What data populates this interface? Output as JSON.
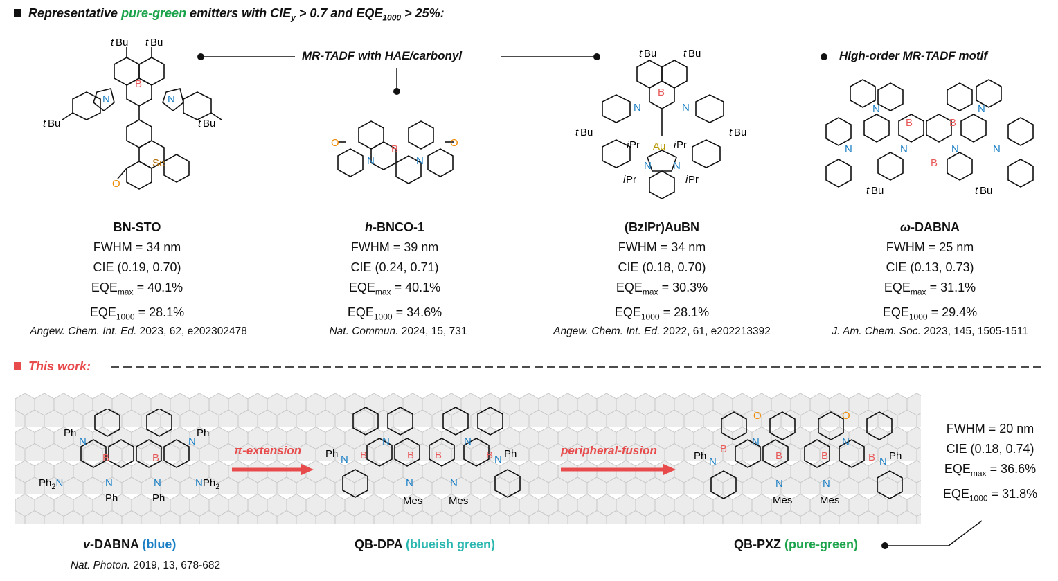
{
  "header": {
    "prefix": "Representative ",
    "highlight": "pure-green",
    "suffix_a": " emitters with CIE",
    "suffix_sub": "y",
    "suffix_b": " > 0.7 and EQE",
    "suffix_sub2": "1000",
    "suffix_c": " > 25%:"
  },
  "group_labels": {
    "hae_carbonyl": "MR-TADF with HAE/carbonyl",
    "high_order": "High-order MR-TADF motif"
  },
  "compounds": [
    {
      "prefix": "",
      "name": "BN-STO",
      "fwhm": "FWHM = 34 nm",
      "cie": "CIE (0.19, 0.70)",
      "eqe_max_val": " = 40.1%",
      "eqe_1000_val": " = 28.1%",
      "ref_journal": "Angew. Chem. Int. Ed.",
      "ref_rest": " 2023, 62, e202302478"
    },
    {
      "prefix": "h",
      "name": "-BNCO-1",
      "fwhm": "FWHM = 39 nm",
      "cie": "CIE (0.24, 0.71)",
      "eqe_max_val": " = 40.1%",
      "eqe_1000_val": " = 34.6%",
      "ref_journal": "Nat. Commun.",
      "ref_rest": " 2024, 15, 731"
    },
    {
      "prefix": "",
      "name": "(BzIPr)AuBN",
      "fwhm": "FWHM = 34 nm",
      "cie": "CIE (0.18, 0.70)",
      "eqe_max_val": " = 30.3%",
      "eqe_1000_val": " = 28.1%",
      "ref_journal": "Angew. Chem. Int. Ed.",
      "ref_rest": " 2022, 61, e202213392"
    },
    {
      "prefix": "ω",
      "name": "-DABNA",
      "fwhm": "FWHM = 25 nm",
      "cie": "CIE (0.13, 0.73)",
      "eqe_max_val": " = 31.1%",
      "eqe_1000_val": " = 29.4%",
      "ref_journal": "J. Am. Chem. Soc.",
      "ref_rest": " 2023, 145, 1505-1511"
    }
  ],
  "eqe_labels": {
    "base": "EQE",
    "max": "max",
    "k": "1000"
  },
  "this_work": {
    "label": "This work:",
    "arrow1": "π-extension",
    "arrow2": "peripheral-fusion",
    "vdabna_prefix": "v",
    "vdabna_name": "-DABNA",
    "vdabna_color": "(blue)",
    "vdabna_ref_journal": "Nat. Photon.",
    "vdabna_ref_rest": " 2019, 13, 678-682",
    "qbdpa_name": "QB-DPA",
    "qbdpa_color": "(blueish green)",
    "qbpxz_name": "QB-PXZ",
    "qbpxz_color": "(pure-green)",
    "fwhm": "FWHM = 20 nm",
    "cie": "CIE (0.18, 0.74)",
    "eqe_max_val": " = 36.6%",
    "eqe_1000_val": " = 31.8%"
  },
  "atoms": {
    "tbu": "tBu",
    "b": "B",
    "n": "N",
    "o": "O",
    "se": "Se",
    "au": "Au",
    "ipr": "iPr",
    "ph": "Ph",
    "nph2": "NPh₂",
    "ph2n": "Ph₂N",
    "mes": "Mes"
  },
  "colors": {
    "accent_green": "#1aa34a",
    "accent_red": "#e84b4b",
    "boron": "#e85a5a",
    "nitrogen": "#1a7fc4",
    "oxygen": "#f08a00",
    "gold": "#b89a00"
  }
}
